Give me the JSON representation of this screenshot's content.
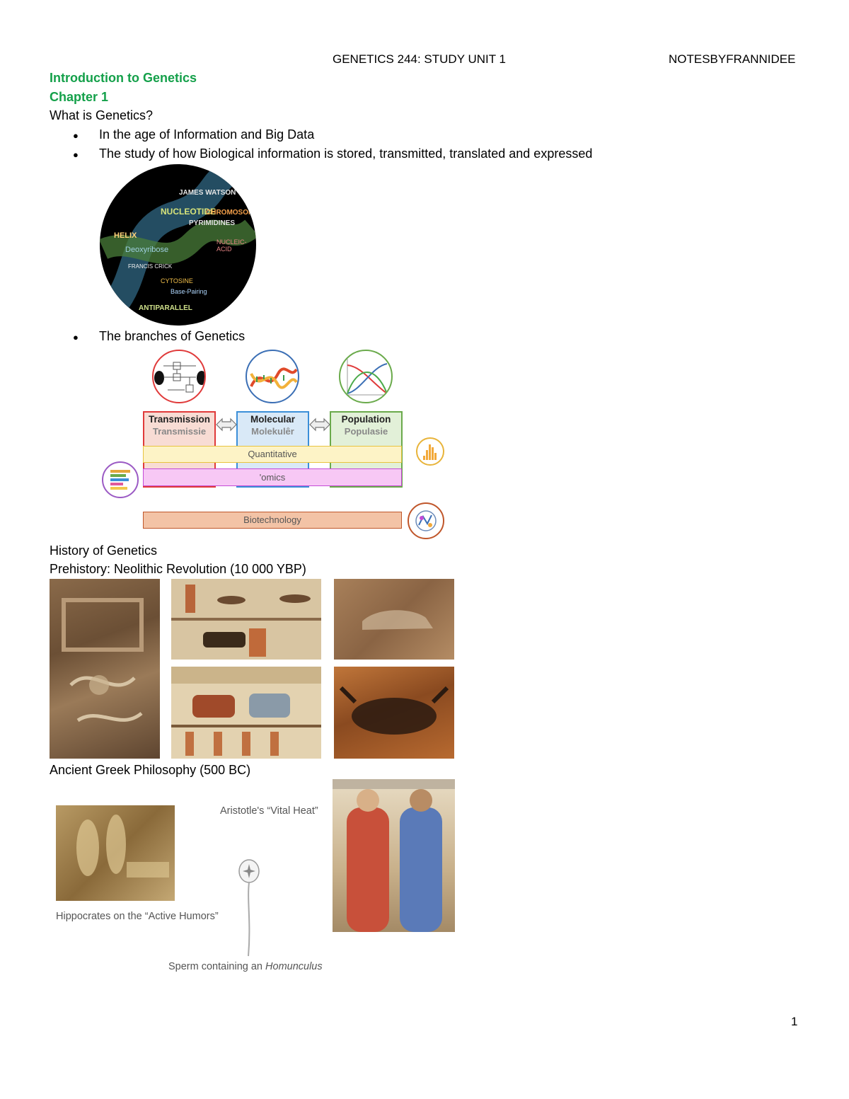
{
  "header": {
    "title": "GENETICS 244: STUDY UNIT 1",
    "author": "NOTESBYFRANNIDEE"
  },
  "intro": {
    "heading": "Introduction to Genetics",
    "chapter": "Chapter 1",
    "question": "What is Genetics?",
    "bullets": [
      "In the age of Information and Big Data",
      "The study of how Biological information is stored, transmitted, translated and expressed"
    ],
    "word_cloud": [
      "JAMES WATSON",
      "NUCLEOTIDE",
      "CHROMOSOME",
      "PYRIMIDINES",
      "Deoxyribose",
      "FRANCIS CRICK",
      "CYTOSINE",
      "ANTIPARALLEL",
      "Base-Pairing",
      "HELIX",
      "NUCLEIC-ACID"
    ]
  },
  "branches": {
    "bullet": "The branches of Genetics",
    "columns": [
      {
        "title": "Transmission",
        "subtitle": "Transmissie"
      },
      {
        "title": "Molecular",
        "subtitle": "Molekulêr"
      },
      {
        "title": "Population",
        "subtitle": "Populasie"
      }
    ],
    "bars": [
      "Quantitative",
      "'omics",
      "Biotechnology"
    ],
    "colors": {
      "transmission": "#e03a3a",
      "molecular": "#3b6fb5",
      "population": "#6aaa4b",
      "quantitative": "#f2c94c",
      "omics": "#c44ad6",
      "biotech": "#c0562a"
    }
  },
  "history": {
    "heading": "History of Genetics",
    "prehistory": "Prehistory: Neolithic Revolution (10 000 YBP)",
    "greek": "Ancient Greek Philosophy (500 BC)",
    "captions": {
      "aristotle": "Aristotle's “Vital Heat”",
      "hippocrates": "Hippocrates on the “Active Humors”",
      "sperm_prefix": "Sperm containing an ",
      "sperm_italic": "Homunculus"
    }
  },
  "footer": {
    "page_number": "1"
  }
}
